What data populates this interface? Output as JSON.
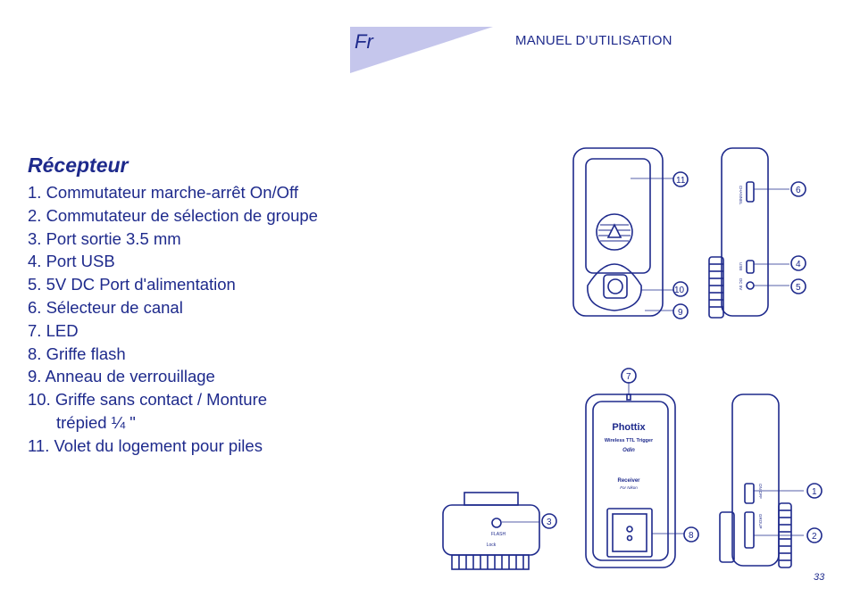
{
  "header": {
    "language_tag": "Fr",
    "title": "MANUEL D’UTILISATION",
    "banner_color": "#c5c6ec"
  },
  "section": {
    "title": "Récepteur",
    "items": [
      "1. Commutateur marche-arrêt On/Off",
      "2. Commutateur de sélection de groupe",
      "3. Port sortie 3.5 mm",
      "4. Port USB",
      "5. 5V DC Port d'alimentation",
      "6. Sélecteur de canal",
      "7. LED",
      "8. Griffe flash",
      "9. Anneau de verrouillage",
      "10. Griffe sans contact / Monture",
      "trépied ¼ \"",
      "11. Volet du logement pour piles"
    ]
  },
  "figures": {
    "back_view_callouts": [
      "11",
      "10",
      "9"
    ],
    "side_view_top_callouts": [
      "6",
      "4",
      "5"
    ],
    "side_view_top_labels": [
      "CHANNEL",
      "USB",
      "DC 5V"
    ],
    "front_view_callouts": [
      "7",
      "8"
    ],
    "front_view_text": {
      "brand": "Phottix",
      "line1": "Wireless TTL Trigger",
      "line2": "Odin",
      "line3": "Receiver",
      "line4": "For Nikon"
    },
    "bottom_view_callouts": [
      "3"
    ],
    "bottom_view_labels": [
      "FLASH",
      "Lock"
    ],
    "side_view_bottom_callouts": [
      "1",
      "2"
    ],
    "side_view_bottom_labels": [
      "ON OFF",
      "GROUP"
    ]
  },
  "footer": {
    "page_number": "33"
  },
  "colors": {
    "ink": "#1e2a8c",
    "banner": "#c5c6ec"
  }
}
